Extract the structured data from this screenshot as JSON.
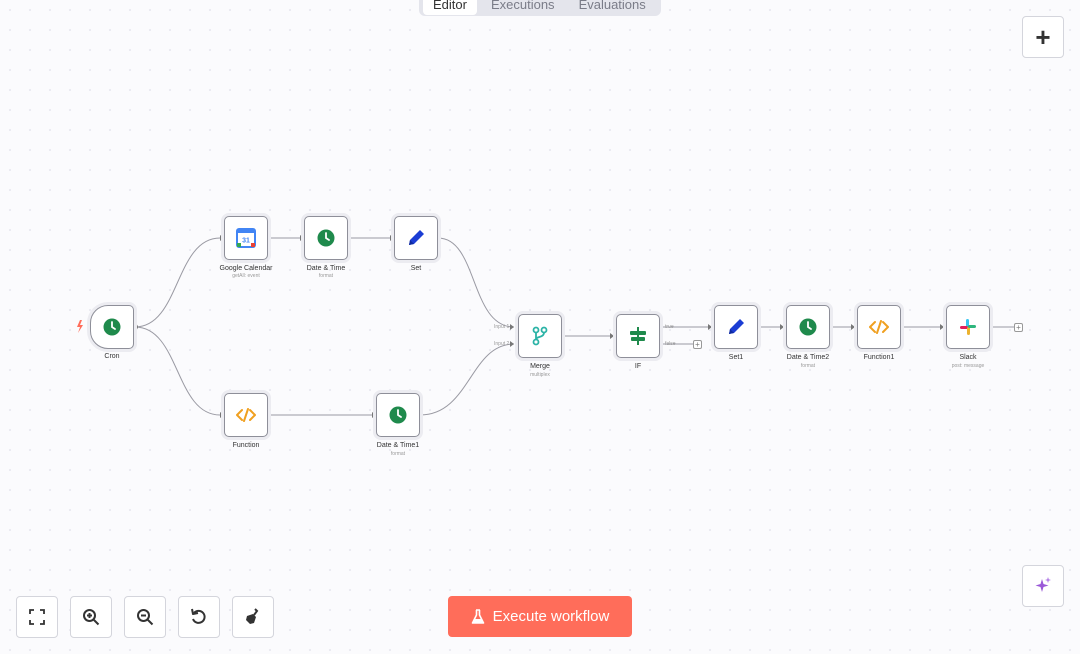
{
  "tabs": [
    "Editor",
    "Executions",
    "Evaluations"
  ],
  "canvas": {
    "add_node_glyph": "+",
    "execute_label": "Execute workflow",
    "connector_plus": "+",
    "port_labels": {
      "input1": "Input 1",
      "input2": "Input 2",
      "true": "true",
      "false": "false"
    }
  },
  "nodes": [
    {
      "id": "cron",
      "label": "Cron",
      "sub": "",
      "icon": "clock-icon"
    },
    {
      "id": "gcal",
      "label": "Google Calendar",
      "sub": "getAll: event",
      "icon": "google-calendar-icon"
    },
    {
      "id": "dt",
      "label": "Date & Time",
      "sub": "format",
      "icon": "clock-icon"
    },
    {
      "id": "set",
      "label": "Set",
      "sub": "",
      "icon": "pencil-icon"
    },
    {
      "id": "func",
      "label": "Function",
      "sub": "",
      "icon": "code-icon"
    },
    {
      "id": "dt1",
      "label": "Date & Time1",
      "sub": "format",
      "icon": "clock-icon"
    },
    {
      "id": "merge",
      "label": "Merge",
      "sub": "multiplex",
      "icon": "merge-icon"
    },
    {
      "id": "if",
      "label": "IF",
      "sub": "",
      "icon": "signpost-icon"
    },
    {
      "id": "set1",
      "label": "Set1",
      "sub": "",
      "icon": "pencil-icon"
    },
    {
      "id": "dt2",
      "label": "Date & Time2",
      "sub": "format",
      "icon": "clock-icon"
    },
    {
      "id": "func1",
      "label": "Function1",
      "sub": "",
      "icon": "code-icon"
    },
    {
      "id": "slack",
      "label": "Slack",
      "sub": "post: message",
      "icon": "slack-icon"
    }
  ],
  "toolbar": [
    {
      "name": "fit-view-button",
      "icon": "fit-view-icon"
    },
    {
      "name": "zoom-in-button",
      "icon": "zoom-in-icon"
    },
    {
      "name": "zoom-out-button",
      "icon": "zoom-out-icon"
    },
    {
      "name": "reset-zoom-button",
      "icon": "undo-icon"
    },
    {
      "name": "tidy-up-button",
      "icon": "broom-icon"
    }
  ],
  "colors": {
    "accent": "#ff6d5a",
    "clock": "#1f8a4c",
    "pencil": "#1b3dd4",
    "code": "#f0a020",
    "merge": "#2bb3a6",
    "if": "#1f8a4c",
    "ai": "#9b59d8"
  }
}
